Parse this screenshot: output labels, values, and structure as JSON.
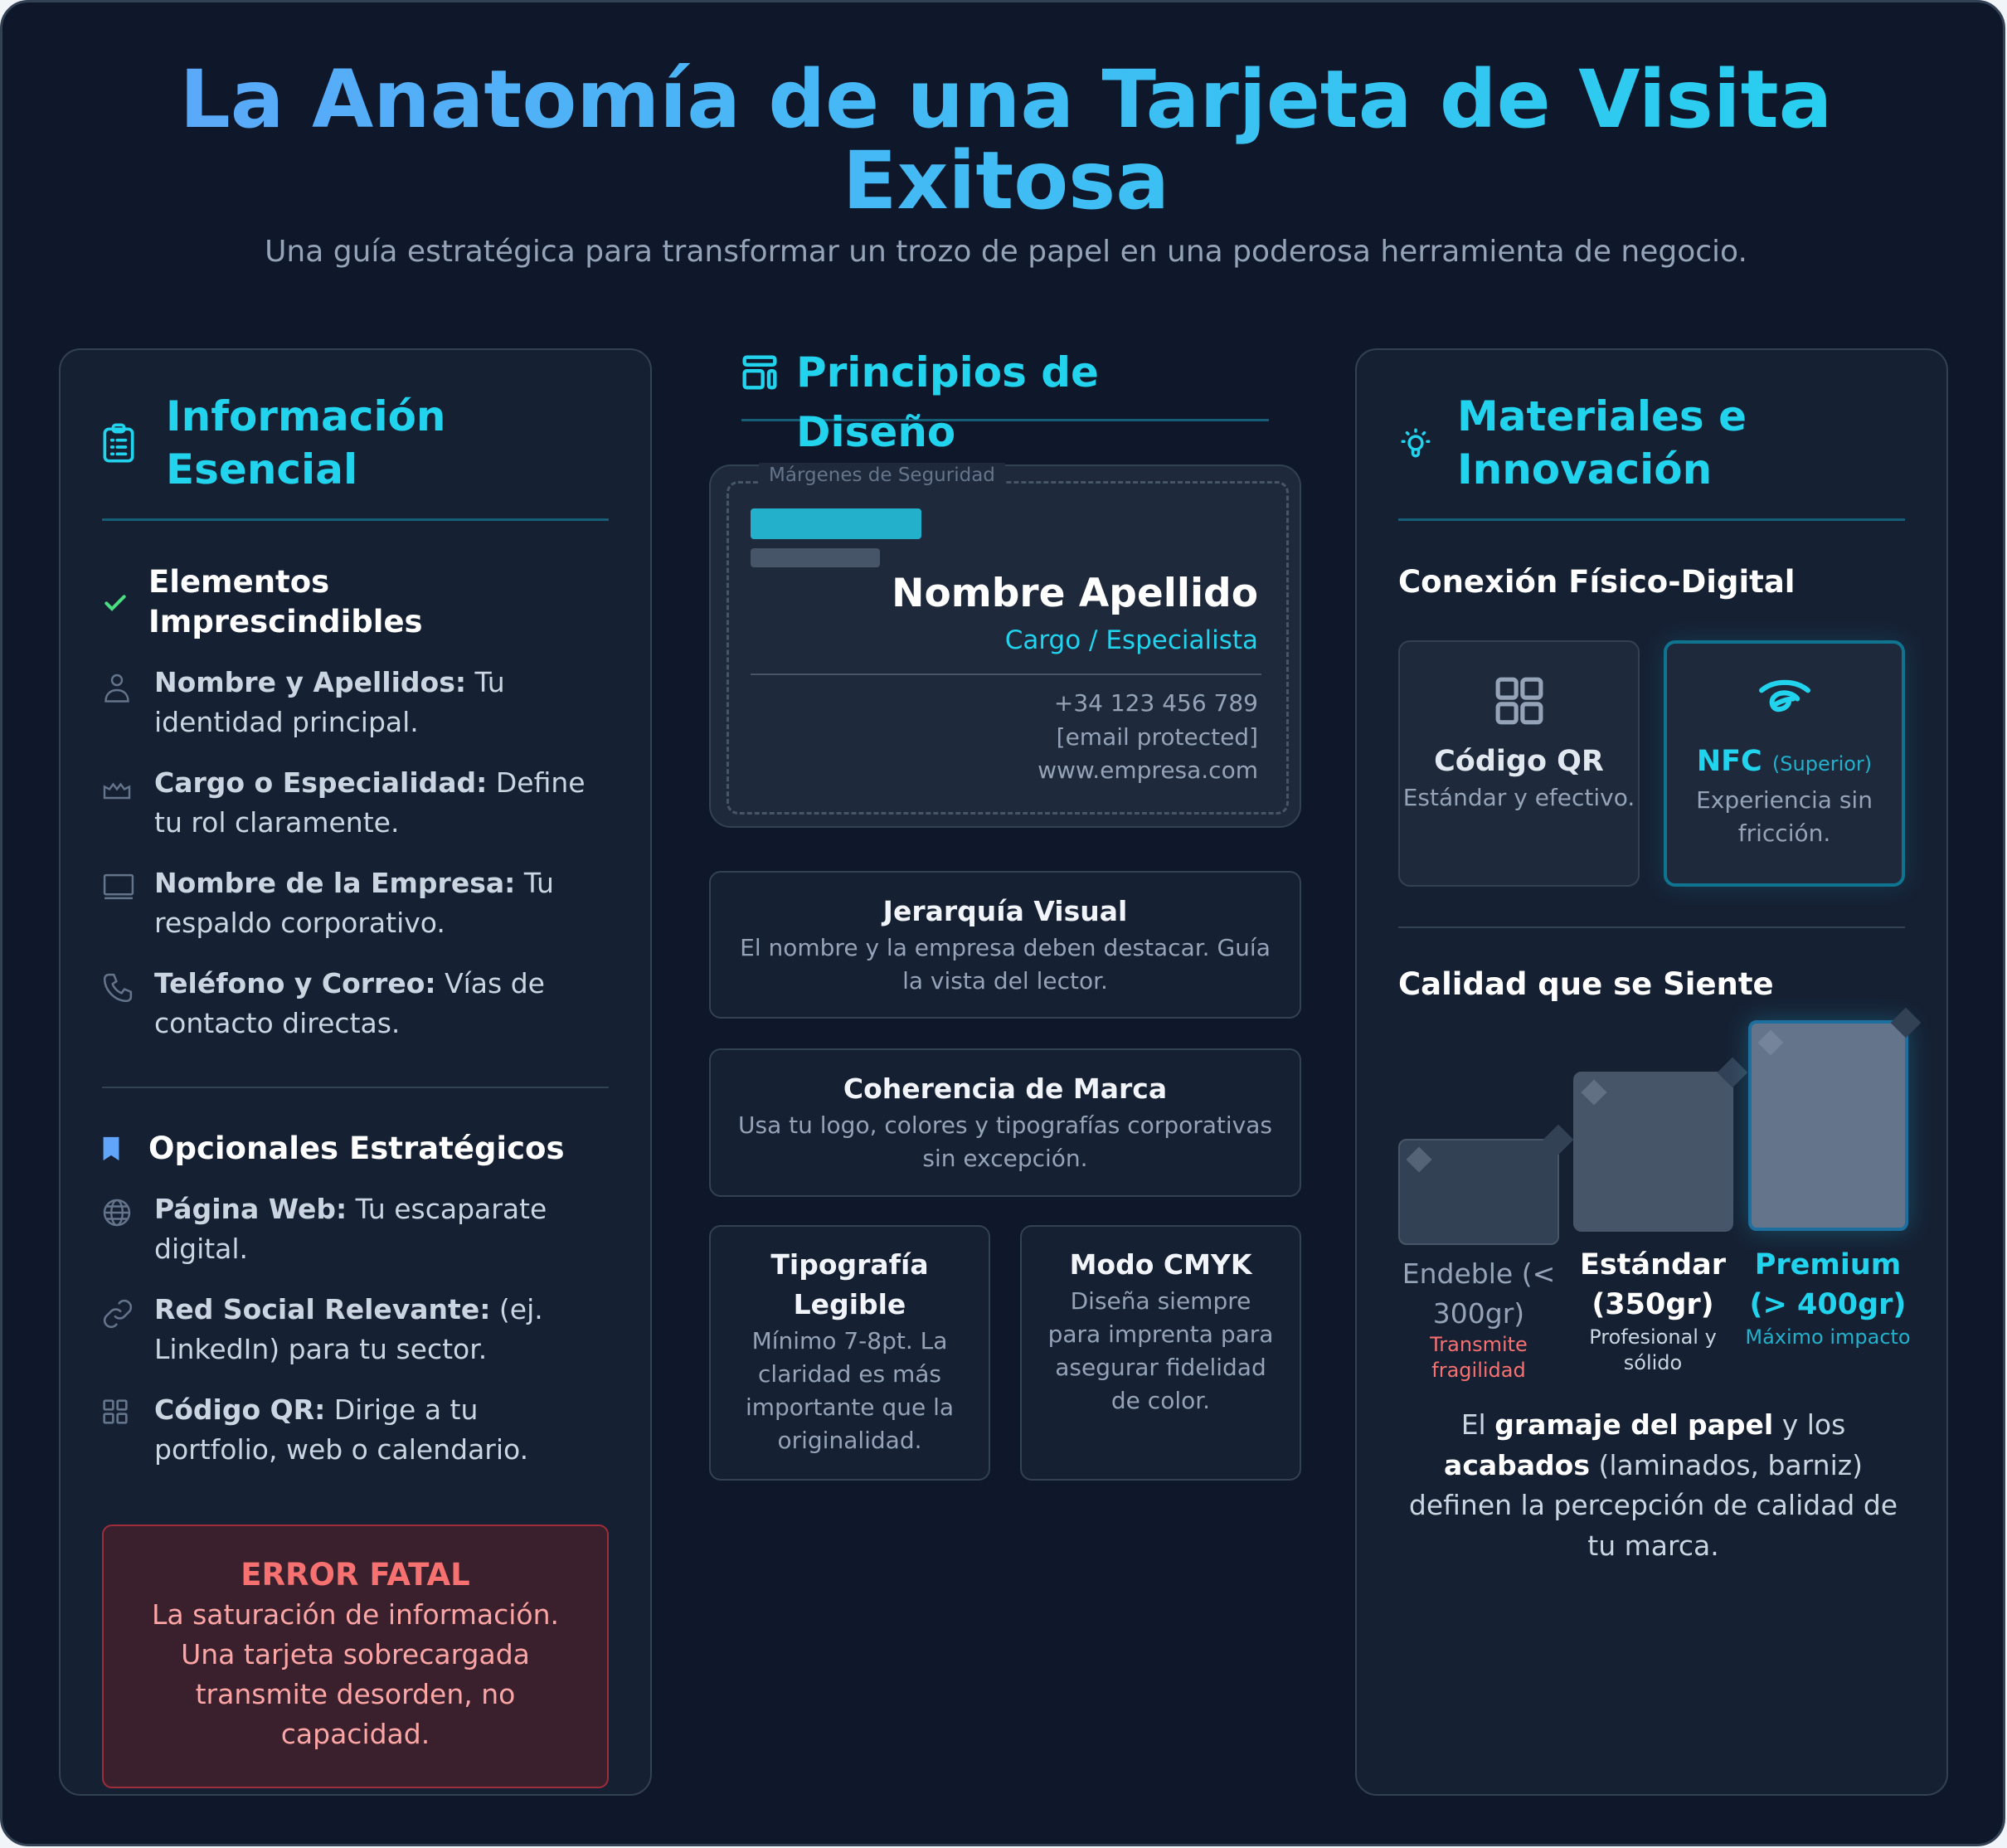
{
  "header": {
    "title": "La Anatomía de una Tarjeta de Visita Exitosa",
    "subtitle": "Una guía estratégica para transformar un trozo de papel en una poderosa herramienta de negocio."
  },
  "colors": {
    "background": "#0f172a",
    "panel": "#162033",
    "accent": "#22d3ee",
    "title_gradient": [
      "#60a5fa",
      "#22d3ee"
    ],
    "error": "#f87171",
    "success": "#4ade80"
  },
  "left": {
    "title": "Información Esencial",
    "icon": "clipboard-list-icon",
    "essentials": {
      "title": "Elementos Imprescindibles",
      "icon": "check-icon",
      "items": [
        {
          "icon": "user-icon",
          "label": "Nombre y Apellidos:",
          "text": " Tu identidad principal."
        },
        {
          "icon": "crown-icon",
          "label": "Cargo o Especialidad:",
          "text": " Define tu rol claramente."
        },
        {
          "icon": "laptop-icon",
          "label": "Nombre de la Empresa:",
          "text": " Tu respaldo corporativo."
        },
        {
          "icon": "phone-icon",
          "label": "Teléfono y Correo:",
          "text": " Vías de contacto directas."
        }
      ]
    },
    "optional": {
      "title": "Opcionales Estratégicos",
      "icon": "bookmark-icon",
      "items": [
        {
          "icon": "globe-icon",
          "label": "Página Web:",
          "text": " Tu escaparate digital."
        },
        {
          "icon": "link-icon",
          "label": "Red Social Relevante:",
          "text": " (ej. LinkedIn) para tu sector."
        },
        {
          "icon": "qr-grid-icon",
          "label": "Código QR:",
          "text": " Dirige a tu portfolio, web o calendario."
        }
      ]
    },
    "error": {
      "title": "ERROR FATAL",
      "text": "La saturación de información. Una tarjeta sobrecargada transmite desorden, no capacidad."
    }
  },
  "middle": {
    "title": "Principios de Diseño",
    "icon": "layout-icon",
    "card": {
      "margin_label": "Márgenes de Seguridad",
      "name": "Nombre Apellido",
      "role": "Cargo / Especialista",
      "phone": "+34 123 456 789",
      "email": "[email protected]",
      "web": "www.empresa.com"
    },
    "principles": [
      {
        "title": "Jerarquía Visual",
        "text": "El nombre y la empresa deben destacar. Guía la vista del lector."
      },
      {
        "title": "Coherencia de Marca",
        "text": "Usa tu logo, colores y tipografías corporativas sin excepción."
      },
      {
        "title": "Tipografía Legible",
        "text": "Mínimo 7-8pt. La claridad es más importante que la originalidad."
      },
      {
        "title": "Modo CMYK",
        "text": "Diseña siempre para imprenta para asegurar fidelidad de color."
      }
    ]
  },
  "right": {
    "title": "Materiales e Innovación",
    "icon": "lightbulb-icon",
    "connection": {
      "title": "Conexión Físico-Digital",
      "options": [
        {
          "icon": "qr-grid-icon",
          "title": "Código QR",
          "tag": "",
          "text": "Estándar y efectivo."
        },
        {
          "icon": "nfc-icon",
          "title": "NFC",
          "tag": "(Superior)",
          "text": "Experiencia sin fricción."
        }
      ]
    },
    "quality": {
      "title": "Calidad que se Siente",
      "papers": [
        {
          "name": "Endeble (< 300gr)",
          "note": "Transmite fragilidad",
          "color": "#334155"
        },
        {
          "name": "Estándar (350gr)",
          "note": "Profesional y sólido",
          "color": "#475569"
        },
        {
          "name": "Premium (> 400gr)",
          "note": "Máximo impacto",
          "color": "#64748b"
        }
      ],
      "para": {
        "p1": "El ",
        "b1": "gramaje del papel",
        "p2": " y los ",
        "b2": "acabados",
        "p3": " (laminados, barniz) definen la percepción de calidad de tu marca."
      }
    }
  }
}
